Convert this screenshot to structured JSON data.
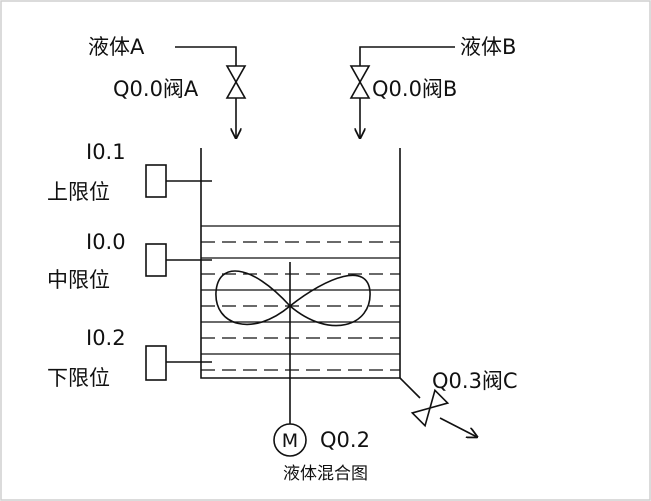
{
  "liquid_a": {
    "label": "液体A",
    "valve_label": "Q0.0阀A"
  },
  "liquid_b": {
    "label": "液体B",
    "valve_label": "Q0.0阀B"
  },
  "sensors": [
    {
      "address": "I0.1",
      "name": "上限位"
    },
    {
      "address": "I0.0",
      "name": "中限位"
    },
    {
      "address": "I0.2",
      "name": "下限位"
    }
  ],
  "outlet": {
    "valve_label": "Q0.3阀C"
  },
  "motor": {
    "symbol": "M",
    "label": "Q0.2"
  },
  "caption": "液体混合图",
  "colors": {
    "line": "#111111",
    "background": "#ffffff",
    "frame": "#cfcfcf"
  }
}
